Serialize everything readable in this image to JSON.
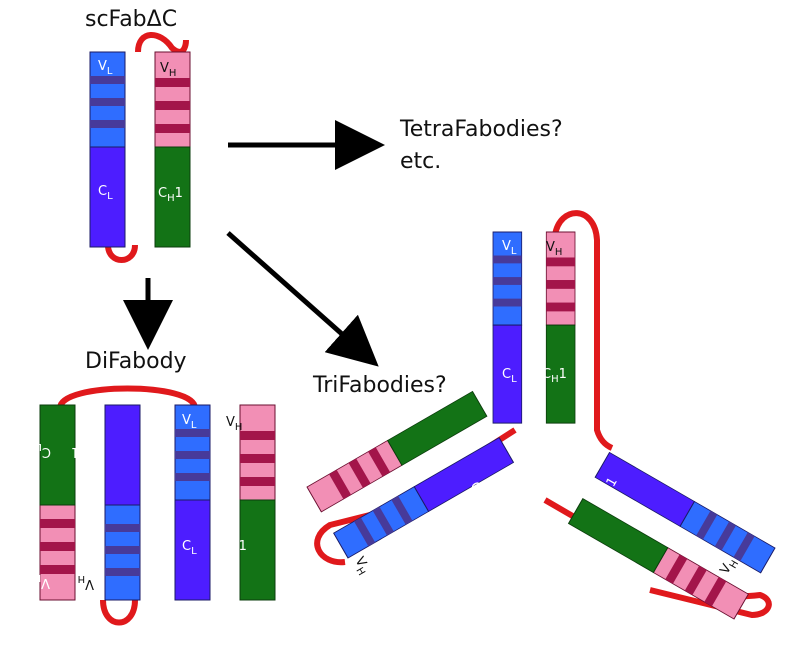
{
  "labels": {
    "scfab": "scFabΔC",
    "tetra_line1": "TetraFabodies?",
    "tetra_line2": "etc.",
    "difabody": "DiFabody",
    "trifabodies": "TriFabodies?"
  },
  "domains": {
    "vl_main": "V",
    "vl_sub": "L",
    "vh_main": "V",
    "vh_sub": "H",
    "cl_main": "C",
    "cl_sub": "L",
    "ch1_main": "C",
    "ch1_sub": "H",
    "ch1_suffix": "1"
  },
  "colors": {
    "linker": "#e0191c",
    "light_chain": "#4d1dff",
    "light_stripe_a": "#2f6dff",
    "light_stripe_b": "#473a9a",
    "heavy_variable": "#f28fb5",
    "heavy_stripe": "#a3154a",
    "heavy_constant": "#137316",
    "arrow": "#000000"
  }
}
